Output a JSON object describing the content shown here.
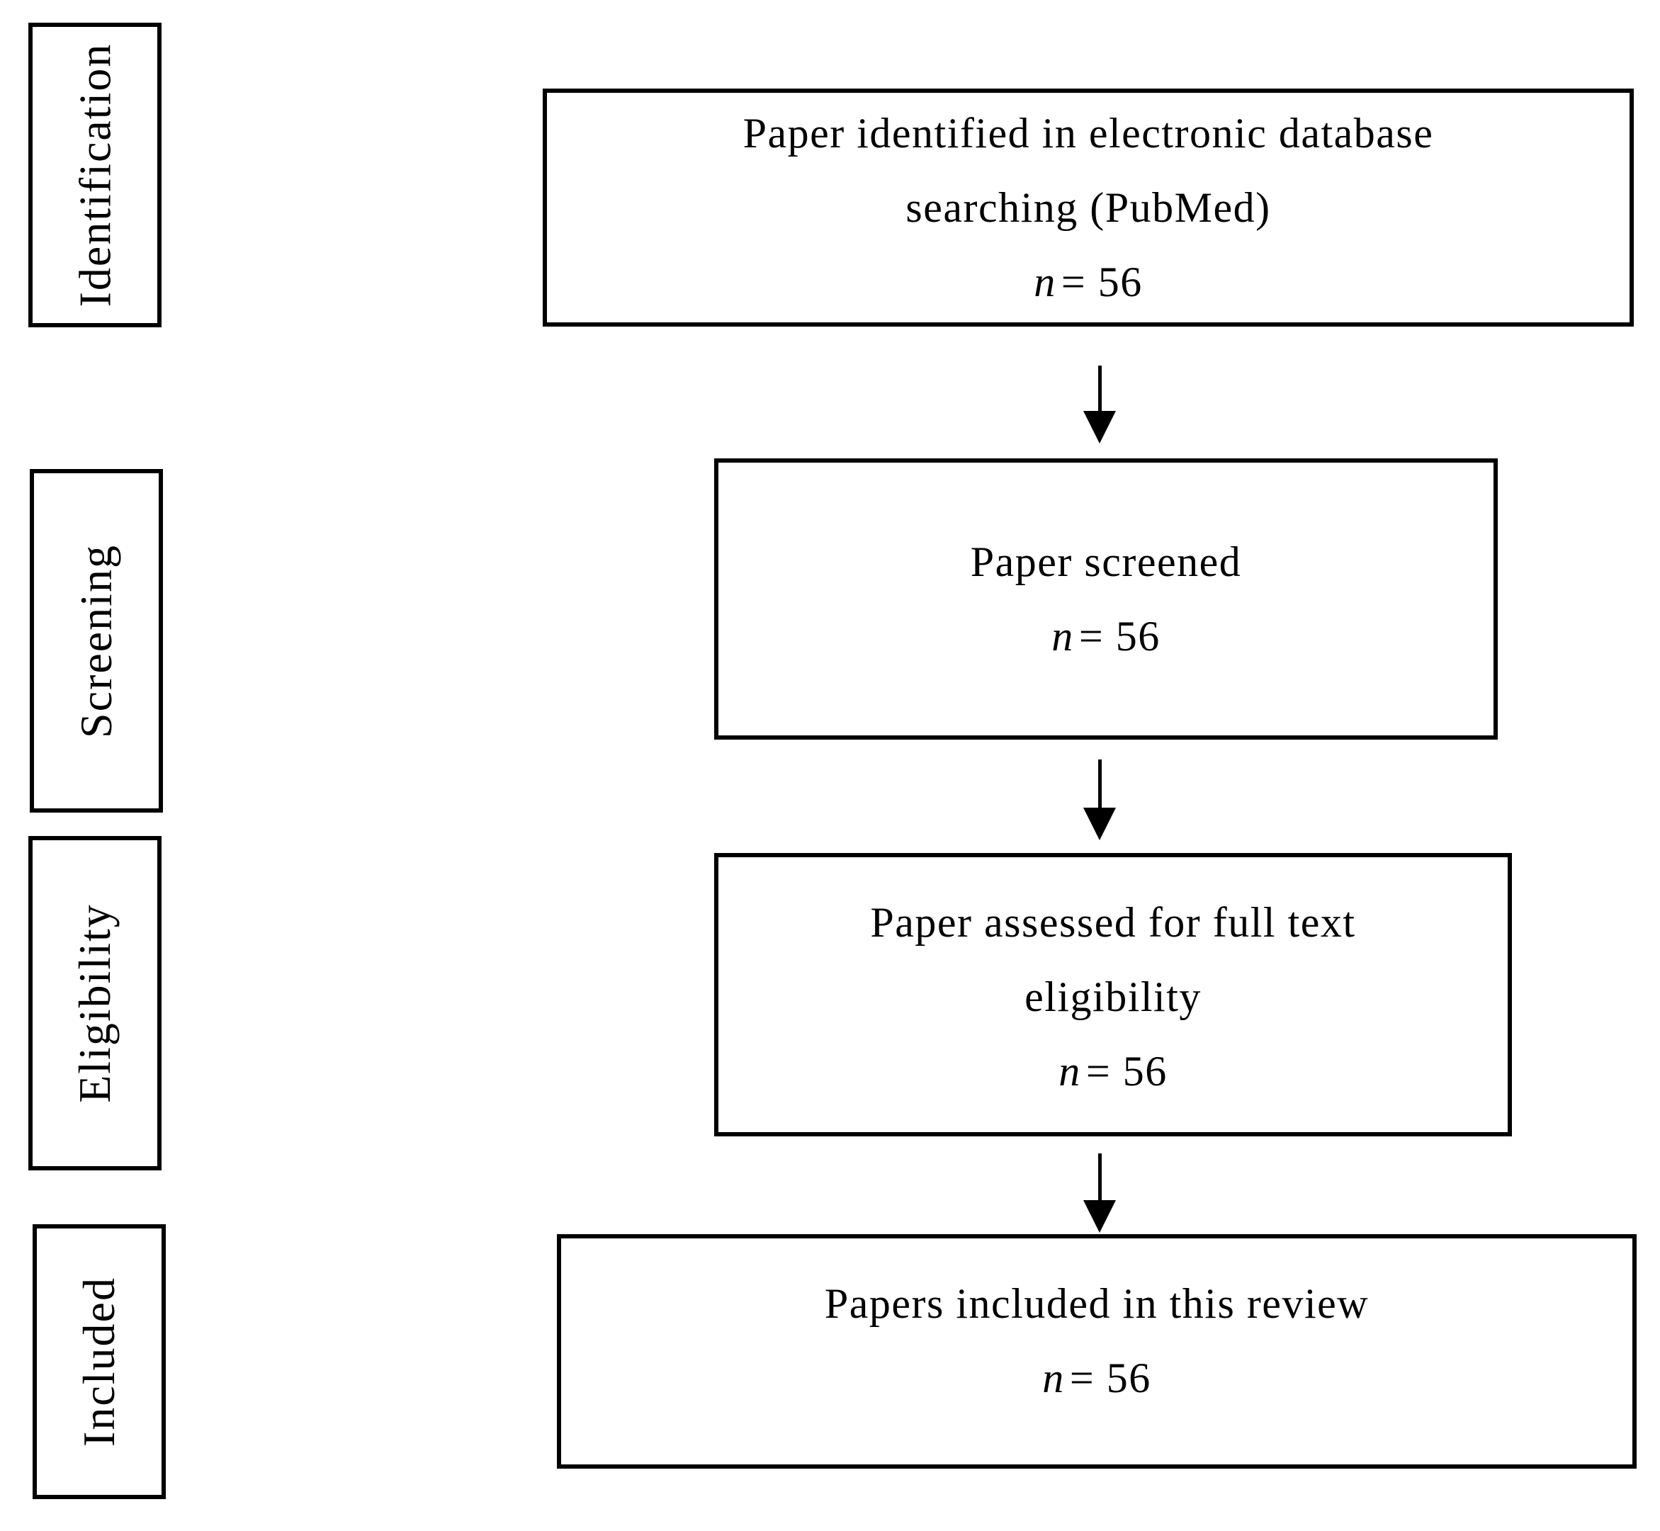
{
  "page": {
    "background_color": "#ffffff",
    "line_color": "#000000",
    "text_color": "#000000"
  },
  "stages": [
    {
      "label": "Identification"
    },
    {
      "label": "Screening"
    },
    {
      "label": "Eligibility"
    },
    {
      "label": "Included"
    }
  ],
  "flow_boxes": [
    {
      "lines": [
        "Paper identified in electronic database",
        "searching (PubMed)"
      ],
      "n_symbol": "n",
      "n_value": "= 56"
    },
    {
      "lines": [
        "Paper screened"
      ],
      "n_symbol": "n",
      "n_value": "= 56"
    },
    {
      "lines": [
        "Paper assessed for full text",
        "eligibility"
      ],
      "n_symbol": "n",
      "n_value": "= 56"
    },
    {
      "lines": [
        "Papers included in this review"
      ],
      "n_symbol": "n",
      "n_value": "= 56"
    }
  ]
}
